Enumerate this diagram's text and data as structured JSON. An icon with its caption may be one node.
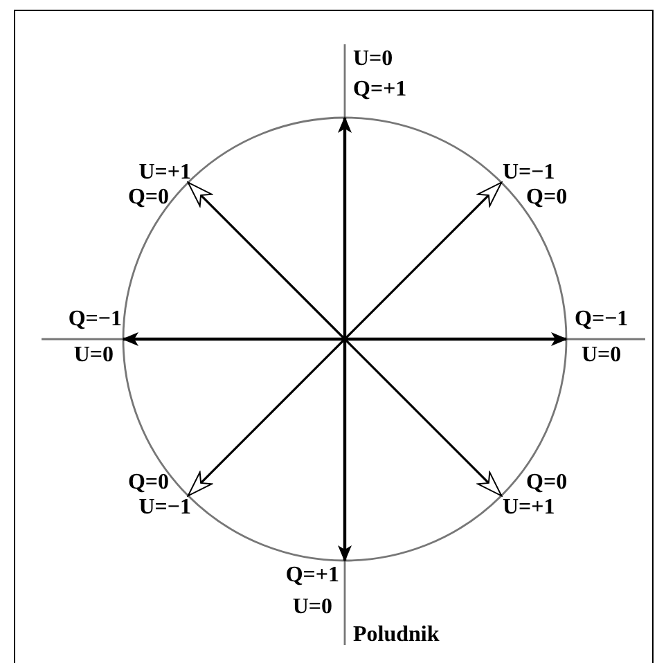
{
  "diagram": {
    "labels": [
      "U=0",
      "Q=+1",
      "U=+1",
      "Q=0",
      "U=−1",
      "Q=0",
      "Q=−1",
      "Q=−1",
      "U=0",
      "U=0",
      "Q=0",
      "Q=0",
      "U=−1",
      "U=+1",
      "Q=+1",
      "U=0",
      "Poludnik"
    ]
  }
}
